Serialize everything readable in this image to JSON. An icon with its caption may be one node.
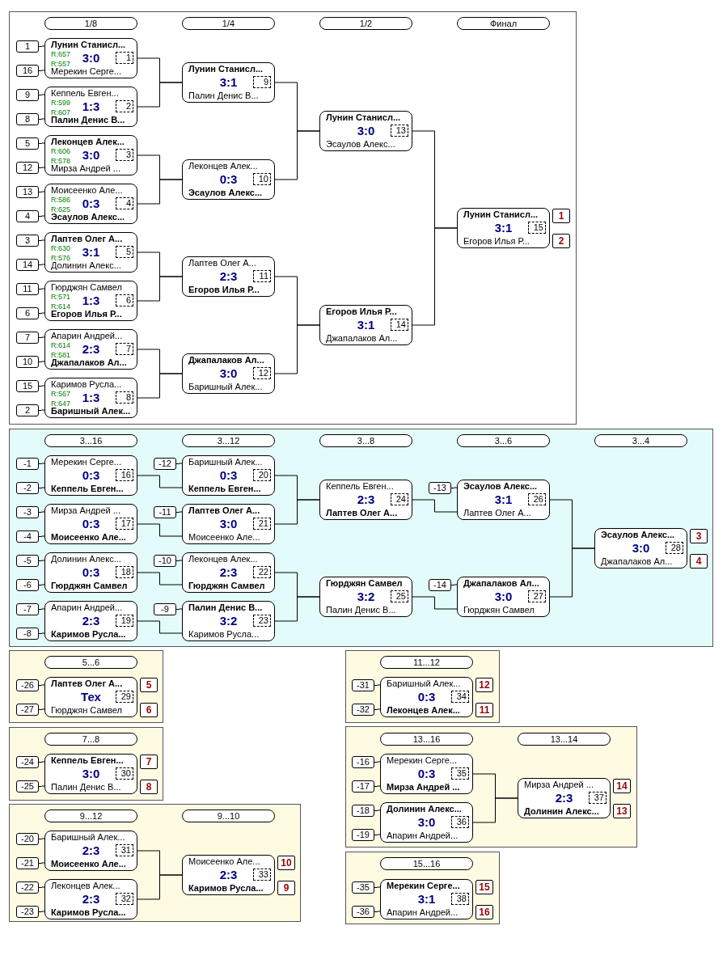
{
  "diagram": {
    "nodes": [
      {
        "text": [],
        "shape": "box"
      },
      {
        "text": [
          "1/8"
        ],
        "in": 0
      },
      {
        "text": [
          "1/4"
        ],
        "in": 0
      },
      {
        "text": [
          "1/2"
        ],
        "in": 0
      },
      {
        "text": [
          "Финал"
        ],
        "in": 0
      },
      {
        "text": [
          "1"
        ],
        "in": 0
      },
      {
        "text": [
          "16"
        ],
        "in": 0
      },
      {
        "text": [
          "Лунин Станисл...",
          "R:657",
          "R:557",
          "3:0",
          "1",
          "Мерекин Серге..."
        ],
        "in": 0
      },
      {
        "text": [
          "9"
        ],
        "in": 0
      },
      {
        "text": [
          "8"
        ],
        "in": 0
      },
      {
        "text": [
          "Кеппель Евген...",
          "R:599",
          "R:607",
          "1:3",
          "2",
          "Палин Денис В..."
        ],
        "in": 0
      },
      {
        "text": [
          "5"
        ],
        "in": 0
      },
      {
        "text": [
          "12"
        ],
        "in": 0
      },
      {
        "text": [
          "Леконцев Алек...",
          "R:606",
          "R:578",
          "3:0",
          "3",
          "Мирза Андрей ..."
        ],
        "in": 0
      },
      {
        "text": [
          "13"
        ],
        "in": 0
      },
      {
        "text": [
          "4"
        ],
        "in": 0
      },
      {
        "text": [
          "Моисеенко Але...",
          "R:586",
          "R:625",
          "0:3",
          "4",
          "Эсаулов Алекс..."
        ],
        "in": 0
      },
      {
        "text": [
          "3"
        ],
        "in": 0
      },
      {
        "text": [
          "14"
        ],
        "in": 0
      },
      {
        "text": [
          "Лаптев Олег А...",
          "R:630",
          "R:576",
          "3:1",
          "5",
          "Долинин Алекс..."
        ],
        "in": 0
      },
      {
        "text": [
          "11"
        ],
        "in": 0
      },
      {
        "text": [
          "6"
        ],
        "in": 0
      },
      {
        "text": [
          "Гюрджян Самвел",
          "R:571",
          "R:614",
          "1:3",
          "6",
          "Егоров Илья Р..."
        ],
        "in": 0
      },
      {
        "text": [
          "7"
        ],
        "in": 0
      },
      {
        "text": [
          "10"
        ],
        "in": 0
      },
      {
        "text": [
          "Апарин Андрей...",
          "R:614",
          "R:581",
          "2:3",
          "7",
          "Джапалаков Ал..."
        ],
        "in": 0
      },
      {
        "text": [
          "15"
        ],
        "in": 0
      },
      {
        "text": [
          "2"
        ],
        "in": 0
      },
      {
        "text": [
          "Каримов Русла...",
          "R:567",
          "R:647",
          "1:3",
          "8",
          "Баришный Алек..."
        ],
        "in": 0
      },
      {
        "text": [
          "Лунин Станисл...",
          "3:1",
          "9",
          "Палин Денис В..."
        ],
        "in": 0
      },
      {
        "text": [
          "Леконцев Алек...",
          "0:3",
          "10",
          "Эсаулов Алекс..."
        ],
        "in": 0
      },
      {
        "text": [
          "Лаптев Олег А...",
          "2:3",
          "11",
          "Егоров Илья Р..."
        ],
        "in": 0
      },
      {
        "text": [
          "Джапалаков Ал...",
          "3:0",
          "12",
          "Баришный Алек..."
        ],
        "in": 0
      },
      {
        "text": [
          "Лунин Станисл...",
          "3:0",
          "13",
          "Эсаулов Алекс..."
        ],
        "in": 0
      },
      {
        "text": [
          "Егоров Илья Р...",
          "3:1",
          "14",
          "Джапалаков Ал..."
        ],
        "in": 0
      },
      {
        "text": [
          "Лунин Станисл...",
          "3:1",
          "15",
          "Егоров Илья Р..."
        ],
        "in": 0
      },
      {
        "text": [
          "1"
        ],
        "in": 0
      },
      {
        "text": [
          "2"
        ],
        "in": 0
      },
      {
        "text": [],
        "shape": "box"
      },
      {
        "text": [
          "3...16"
        ],
        "in": 38
      },
      {
        "text": [
          "3...12"
        ],
        "in": 38
      },
      {
        "text": [
          "3...8"
        ],
        "in": 38
      },
      {
        "text": [
          "3...6"
        ],
        "in": 38
      },
      {
        "text": [
          "3...4"
        ],
        "in": 38
      },
      {
        "text": [
          "-1"
        ],
        "in": 38
      },
      {
        "text": [
          "-2"
        ],
        "in": 38
      },
      {
        "text": [
          "Мерекин Серге...",
          "0:3",
          "16",
          "Кеппель Евген..."
        ],
        "in": 38
      },
      {
        "text": [
          "-3"
        ],
        "in": 38
      },
      {
        "text": [
          "-4"
        ],
        "in": 38
      },
      {
        "text": [
          "Мирза Андрей ...",
          "0:3",
          "17",
          "Моисеенко Але..."
        ],
        "in": 38
      },
      {
        "text": [
          "-5"
        ],
        "in": 38
      },
      {
        "text": [
          "-6"
        ],
        "in": 38
      },
      {
        "text": [
          "Долинин Алекс...",
          "0:3",
          "18",
          "Гюрджян Самвел"
        ],
        "in": 38
      },
      {
        "text": [
          "-7"
        ],
        "in": 38
      },
      {
        "text": [
          "-8"
        ],
        "in": 38
      },
      {
        "text": [
          "Апарин Андрей...",
          "2:3",
          "19",
          "Каримов Русла..."
        ],
        "in": 38
      },
      {
        "text": [
          "-12"
        ],
        "in": 38
      },
      {
        "text": [
          "Баришный Алек...",
          "0:3",
          "20",
          "Кеппель Евген..."
        ],
        "in": 38
      },
      {
        "text": [
          "-11"
        ],
        "in": 38
      },
      {
        "text": [
          "Лаптев Олег А...",
          "3:0",
          "21",
          "Моисеенко Але..."
        ],
        "in": 38
      },
      {
        "text": [
          "-10"
        ],
        "in": 38
      },
      {
        "text": [
          "Леконцев Алек...",
          "2:3",
          "22",
          "Гюрджян Самвел"
        ],
        "in": 38
      },
      {
        "text": [
          "-9"
        ],
        "in": 38
      },
      {
        "text": [
          "Палин Денис В...",
          "3:2",
          "23",
          "Каримов Русла..."
        ],
        "in": 38
      },
      {
        "text": [
          "Кеппель Евген...",
          "2:3",
          "24",
          "Лаптев Олег А..."
        ],
        "in": 38
      },
      {
        "text": [
          "Гюрджян Самвел",
          "3:2",
          "25",
          "Палин Денис В..."
        ],
        "in": 38
      },
      {
        "text": [
          "-13"
        ],
        "in": 38
      },
      {
        "text": [
          "Эсаулов Алекс...",
          "3:1",
          "26",
          "Лаптев Олег А..."
        ],
        "in": 38
      },
      {
        "text": [
          "-14"
        ],
        "in": 38
      },
      {
        "text": [
          "Джапалаков Ал...",
          "3:0",
          "27",
          "Гюрджян Самвел"
        ],
        "in": 38
      },
      {
        "text": [
          "Эсаулов Алекс...",
          "3:0",
          "28",
          "Джапалаков Ал..."
        ],
        "in": 38
      },
      {
        "text": [
          "3"
        ],
        "in": 38
      },
      {
        "text": [
          "4"
        ],
        "in": 38
      },
      {
        "text": [],
        "shape": "box"
      },
      {
        "text": [
          "5...6"
        ],
        "in": 73
      },
      {
        "text": [
          "-26"
        ],
        "in": 73
      },
      {
        "text": [
          "-27"
        ],
        "in": 73
      },
      {
        "text": [
          "Лаптев Олег А...",
          "Тех",
          "29",
          "Гюрджян Самвел"
        ],
        "in": 73
      },
      {
        "text": [
          "5"
        ],
        "in": 73
      },
      {
        "text": [
          "6"
        ],
        "in": 73
      },
      {
        "text": [],
        "shape": "box"
      },
      {
        "text": [
          "7...8"
        ],
        "in": 80
      },
      {
        "text": [
          "-24"
        ],
        "in": 80
      },
      {
        "text": [
          "-25"
        ],
        "in": 80
      },
      {
        "text": [
          "Кеппель Евген...",
          "3:0",
          "30",
          "Палин Денис В..."
        ],
        "in": 80
      },
      {
        "text": [
          "7"
        ],
        "in": 80
      },
      {
        "text": [
          "8"
        ],
        "in": 80
      },
      {
        "text": [],
        "shape": "box"
      },
      {
        "text": [
          "9...12"
        ],
        "in": 87
      },
      {
        "text": [
          "9...10"
        ],
        "in": 87
      },
      {
        "text": [
          "-20"
        ],
        "in": 87
      },
      {
        "text": [
          "-21"
        ],
        "in": 87
      },
      {
        "text": [
          "Баришный Алек...",
          "2:3",
          "31",
          "Моисеенко Але..."
        ],
        "in": 87
      },
      {
        "text": [
          "-22"
        ],
        "in": 87
      },
      {
        "text": [
          "-23"
        ],
        "in": 87
      },
      {
        "text": [
          "Леконцев Алек...",
          "2:3",
          "32",
          "Каримов Русла..."
        ],
        "in": 87
      },
      {
        "text": [
          "Моисеенко Але...",
          "2:3",
          "33",
          "Каримов Русла..."
        ],
        "in": 87
      },
      {
        "text": [
          "10"
        ],
        "in": 87
      },
      {
        "text": [
          "9"
        ],
        "in": 87
      },
      {
        "text": [],
        "shape": "box"
      },
      {
        "text": [
          "11...12"
        ],
        "in": 99
      },
      {
        "text": [
          "-31"
        ],
        "in": 99
      },
      {
        "text": [
          "-32"
        ],
        "in": 99
      },
      {
        "text": [
          "Баришный Алек...",
          "0:3",
          "34",
          "Леконцев Алек..."
        ],
        "in": 99
      },
      {
        "text": [
          "12"
        ],
        "in": 99
      },
      {
        "text": [
          "11"
        ],
        "in": 99
      },
      {
        "text": [],
        "shape": "box"
      },
      {
        "text": [
          "13...16"
        ],
        "in": 106
      },
      {
        "text": [
          "13...14"
        ],
        "in": 106
      },
      {
        "text": [
          "-16"
        ],
        "in": 106
      },
      {
        "text": [
          "-17"
        ],
        "in": 106
      },
      {
        "text": [
          "Мерекин Серге...",
          "0:3",
          "35",
          "Мирза Андрей ..."
        ],
        "in": 106
      },
      {
        "text": [
          "-18"
        ],
        "in": 106
      },
      {
        "text": [
          "-19"
        ],
        "in": 106
      },
      {
        "text": [
          "Долинин Алекс...",
          "3:0",
          "36",
          "Апарин Андрей..."
        ],
        "in": 106
      },
      {
        "text": [
          "Мирза Андрей ...",
          "2:3",
          "37",
          "Долинин Алекс..."
        ],
        "in": 106
      },
      {
        "text": [
          "14"
        ],
        "in": 106
      },
      {
        "text": [
          "13"
        ],
        "in": 106
      },
      {
        "text": [],
        "shape": "box"
      },
      {
        "text": [
          "15...16"
        ],
        "in": 118
      },
      {
        "text": [
          "-35"
        ],
        "in": 118
      },
      {
        "text": [
          "-36"
        ],
        "in": 118
      },
      {
        "text": [
          "Мерекин Серге...",
          "3:1",
          "38",
          "Апарин Андрей..."
        ],
        "in": 118
      },
      {
        "text": [
          "15"
        ],
        "in": 118
      },
      {
        "text": [
          "16"
        ],
        "in": 118
      }
    ],
    "edges": [
      {
        "from": 5,
        "to": 7,
        "arrow": "none"
      },
      {
        "from": 6,
        "to": 7,
        "arrow": "none"
      },
      {
        "from": 8,
        "to": 10,
        "arrow": "none"
      },
      {
        "from": 9,
        "to": 10,
        "arrow": "none"
      },
      {
        "from": 11,
        "to": 13,
        "arrow": "none"
      },
      {
        "from": 12,
        "to": 13,
        "arrow": "none"
      },
      {
        "from": 14,
        "to": 16,
        "arrow": "none"
      },
      {
        "from": 15,
        "to": 16,
        "arrow": "none"
      },
      {
        "from": 17,
        "to": 19,
        "arrow": "none"
      },
      {
        "from": 18,
        "to": 19,
        "arrow": "none"
      },
      {
        "from": 20,
        "to": 22,
        "arrow": "none"
      },
      {
        "from": 21,
        "to": 22,
        "arrow": "none"
      },
      {
        "from": 23,
        "to": 25,
        "arrow": "none"
      },
      {
        "from": 24,
        "to": 25,
        "arrow": "none"
      },
      {
        "from": 26,
        "to": 28,
        "arrow": "none"
      },
      {
        "from": 27,
        "to": 28,
        "arrow": "none"
      },
      {
        "from": 7,
        "to": 29,
        "arrow": "none"
      },
      {
        "from": 10,
        "to": 29,
        "arrow": "none"
      },
      {
        "from": 13,
        "to": 30,
        "arrow": "none"
      },
      {
        "from": 16,
        "to": 30,
        "arrow": "none"
      },
      {
        "from": 19,
        "to": 31,
        "arrow": "none"
      },
      {
        "from": 22,
        "to": 31,
        "arrow": "none"
      },
      {
        "from": 25,
        "to": 32,
        "arrow": "none"
      },
      {
        "from": 28,
        "to": 32,
        "arrow": "none"
      },
      {
        "from": 29,
        "to": 33,
        "arrow": "none"
      },
      {
        "from": 30,
        "to": 33,
        "arrow": "none"
      },
      {
        "from": 31,
        "to": 34,
        "arrow": "none"
      },
      {
        "from": 32,
        "to": 34,
        "arrow": "none"
      },
      {
        "from": 33,
        "to": 35,
        "arrow": "none"
      },
      {
        "from": 34,
        "to": 35,
        "arrow": "none"
      },
      {
        "from": 44,
        "to": 46,
        "arrow": "none"
      },
      {
        "from": 45,
        "to": 46,
        "arrow": "none"
      },
      {
        "from": 47,
        "to": 49,
        "arrow": "none"
      },
      {
        "from": 48,
        "to": 49,
        "arrow": "none"
      },
      {
        "from": 50,
        "to": 52,
        "arrow": "none"
      },
      {
        "from": 51,
        "to": 52,
        "arrow": "none"
      },
      {
        "from": 53,
        "to": 55,
        "arrow": "none"
      },
      {
        "from": 54,
        "to": 55,
        "arrow": "none"
      },
      {
        "from": 56,
        "to": 57,
        "arrow": "none"
      },
      {
        "from": 46,
        "to": 57,
        "arrow": "none"
      },
      {
        "from": 58,
        "to": 59,
        "arrow": "none"
      },
      {
        "from": 49,
        "to": 59,
        "arrow": "none"
      },
      {
        "from": 60,
        "to": 61,
        "arrow": "none"
      },
      {
        "from": 52,
        "to": 61,
        "arrow": "none"
      },
      {
        "from": 62,
        "to": 63,
        "arrow": "none"
      },
      {
        "from": 55,
        "to": 63,
        "arrow": "none"
      },
      {
        "from": 57,
        "to": 64,
        "arrow": "none"
      },
      {
        "from": 59,
        "to": 64,
        "arrow": "none"
      },
      {
        "from": 61,
        "to": 65,
        "arrow": "none"
      },
      {
        "from": 63,
        "to": 65,
        "arrow": "none"
      },
      {
        "from": 66,
        "to": 67,
        "arrow": "none"
      },
      {
        "from": 64,
        "to": 67,
        "arrow": "none"
      },
      {
        "from": 68,
        "to": 69,
        "arrow": "none"
      },
      {
        "from": 65,
        "to": 69,
        "arrow": "none"
      },
      {
        "from": 67,
        "to": 70,
        "arrow": "none"
      },
      {
        "from": 69,
        "to": 70,
        "arrow": "none"
      },
      {
        "from": 75,
        "to": 77,
        "arrow": "none"
      },
      {
        "from": 76,
        "to": 77,
        "arrow": "none"
      },
      {
        "from": 82,
        "to": 84,
        "arrow": "none"
      },
      {
        "from": 83,
        "to": 84,
        "arrow": "none"
      },
      {
        "from": 90,
        "to": 92,
        "arrow": "none"
      },
      {
        "from": 91,
        "to": 92,
        "arrow": "none"
      },
      {
        "from": 93,
        "to": 95,
        "arrow": "none"
      },
      {
        "from": 94,
        "to": 95,
        "arrow": "none"
      },
      {
        "from": 92,
        "to": 96,
        "arrow": "none"
      },
      {
        "from": 95,
        "to": 96,
        "arrow": "none"
      },
      {
        "from": 101,
        "to": 103,
        "arrow": "none"
      },
      {
        "from": 102,
        "to": 103,
        "arrow": "none"
      },
      {
        "from": 109,
        "to": 111,
        "arrow": "none"
      },
      {
        "from": 110,
        "to": 111,
        "arrow": "none"
      },
      {
        "from": 112,
        "to": 114,
        "arrow": "none"
      },
      {
        "from": 113,
        "to": 114,
        "arrow": "none"
      },
      {
        "from": 111,
        "to": 115,
        "arrow": "none"
      },
      {
        "from": 114,
        "to": 115,
        "arrow": "none"
      },
      {
        "from": 120,
        "to": 122,
        "arrow": "none"
      },
      {
        "from": 121,
        "to": 122,
        "arrow": "none"
      }
    ]
  }
}
